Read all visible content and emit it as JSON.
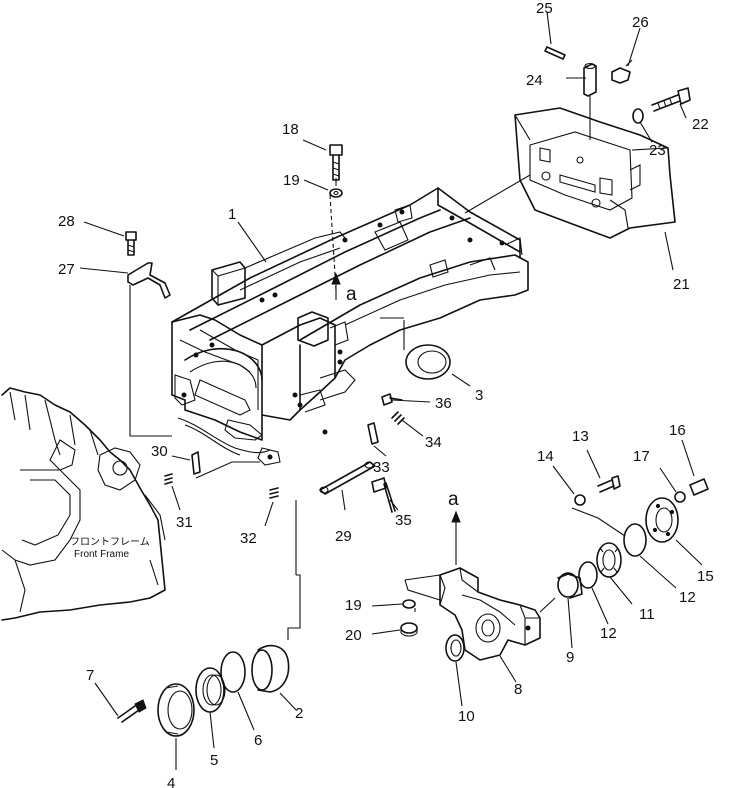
{
  "callouts": {
    "p1": "1",
    "p2": "2",
    "p3": "3",
    "p4": "4",
    "p5": "5",
    "p6": "6",
    "p7": "7",
    "p8": "8",
    "p9": "9",
    "p10": "10",
    "p11": "11",
    "p12a": "12",
    "p12b": "12",
    "p13": "13",
    "p14": "14",
    "p15": "15",
    "p16": "16",
    "p17": "17",
    "p18": "18",
    "p19a": "19",
    "p19b": "19",
    "p20": "20",
    "p21": "21",
    "p22": "22",
    "p23": "23",
    "p24": "24",
    "p25": "25",
    "p26": "26",
    "p27": "27",
    "p28": "28",
    "p29": "29",
    "p30": "30",
    "p31": "31",
    "p32": "32",
    "p33": "33",
    "p34": "34",
    "p35": "35",
    "p36": "36"
  },
  "markers": {
    "a_top": "a",
    "a_lower": "a"
  },
  "front_frame": {
    "japanese": "フロントフレーム",
    "english": "Front Frame"
  }
}
